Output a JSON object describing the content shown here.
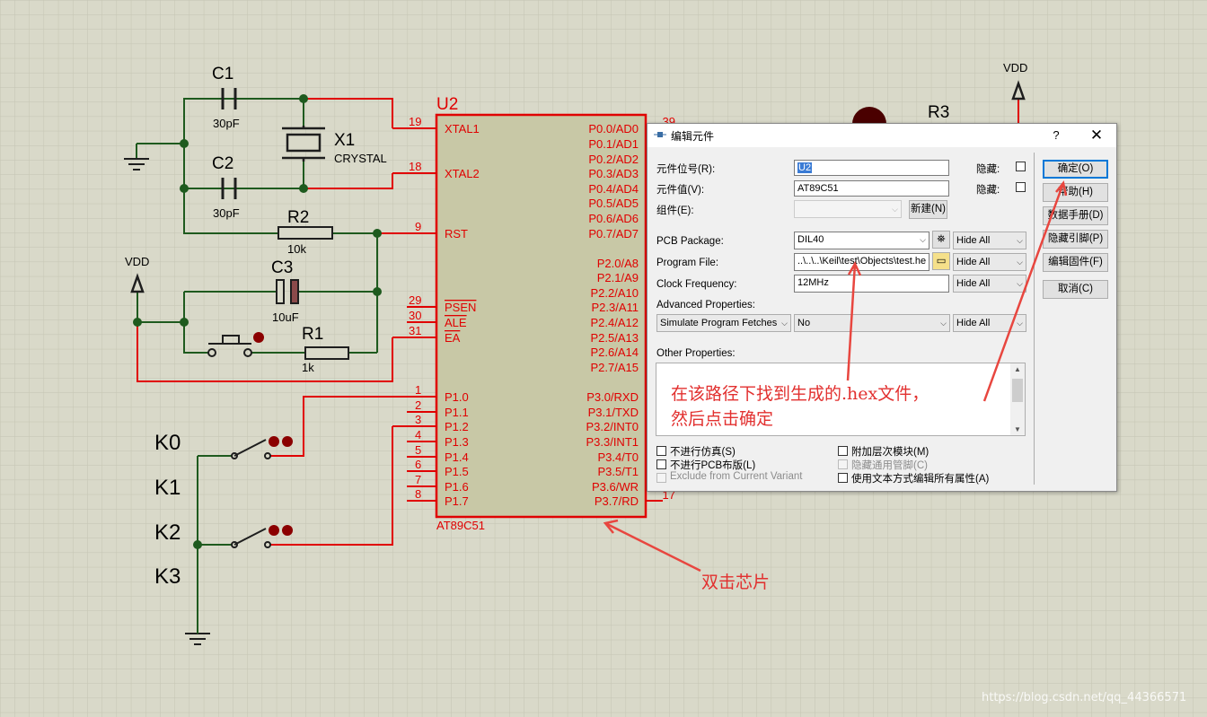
{
  "schematic": {
    "refs": {
      "c1": "C1",
      "c1_val": "30pF",
      "c2": "C2",
      "c2_val": "30pF",
      "x1": "X1",
      "x1_val": "CRYSTAL",
      "r2": "R2",
      "r2_val": "10k",
      "c3": "C3",
      "c3_val": "10uF",
      "r1": "R1",
      "r1_val": "1k",
      "r3": "R3",
      "u2": "U2",
      "u2_part": "AT89C51",
      "vdd": "VDD"
    },
    "switch_labels": [
      "K0",
      "K1",
      "K2",
      "K3"
    ],
    "left_pins": [
      {
        "num": "19",
        "name": "XTAL1"
      },
      {
        "num": "18",
        "name": "XTAL2"
      },
      {
        "num": "9",
        "name": "RST"
      },
      {
        "num": "29",
        "name": "PSEN"
      },
      {
        "num": "30",
        "name": "ALE"
      },
      {
        "num": "31",
        "name": "EA"
      },
      {
        "num": "1",
        "name": "P1.0"
      },
      {
        "num": "2",
        "name": "P1.1"
      },
      {
        "num": "3",
        "name": "P1.2"
      },
      {
        "num": "4",
        "name": "P1.3"
      },
      {
        "num": "5",
        "name": "P1.4"
      },
      {
        "num": "6",
        "name": "P1.5"
      },
      {
        "num": "7",
        "name": "P1.6"
      },
      {
        "num": "8",
        "name": "P1.7"
      }
    ],
    "right_pins": [
      {
        "num": "39",
        "name": "P0.0/AD0"
      },
      {
        "name": "P0.1/AD1"
      },
      {
        "name": "P0.2/AD2"
      },
      {
        "name": "P0.3/AD3"
      },
      {
        "name": "P0.4/AD4"
      },
      {
        "name": "P0.5/AD5"
      },
      {
        "name": "P0.6/AD6"
      },
      {
        "name": "P0.7/AD7"
      },
      {
        "name": "P2.0/A8"
      },
      {
        "name": "P2.1/A9"
      },
      {
        "name": "P2.2/A10"
      },
      {
        "name": "P2.3/A11"
      },
      {
        "name": "P2.4/A12"
      },
      {
        "name": "P2.5/A13"
      },
      {
        "name": "P2.6/A14"
      },
      {
        "name": "P2.7/A15"
      },
      {
        "name": "P3.0/RXD"
      },
      {
        "name": "P3.1/TXD"
      },
      {
        "name": "P3.2/INT0"
      },
      {
        "name": "P3.3/INT1"
      },
      {
        "name": "P3.4/T0"
      },
      {
        "name": "P3.5/T1"
      },
      {
        "name": "P3.6/WR"
      },
      {
        "num": "17",
        "name": "P3.7/RD"
      }
    ]
  },
  "dialog": {
    "title": "编辑元件",
    "help": "?",
    "close": "✕",
    "part_ref_label": "元件位号(R):",
    "part_ref_value": "U2",
    "part_value_label": "元件值(V):",
    "part_value_value": "AT89C51",
    "element_label": "组件(E):",
    "element_value": "",
    "hidden1": "隐藏:",
    "hidden2": "隐藏:",
    "new_button": "新建(N)",
    "pcb_label": "PCB Package:",
    "pcb_value": "DIL40",
    "program_label": "Program File:",
    "program_value": "..\\..\\..\\Keil\\test\\Objects\\test.he",
    "clock_label": "Clock Frequency:",
    "clock_value": "12MHz",
    "hide_all": "Hide All",
    "advanced_label": "Advanced Properties:",
    "adv_prop": "Simulate Program Fetches",
    "adv_value": "No",
    "other_label": "Other Properties:",
    "checks": {
      "no_sim": "不进行仿真(S)",
      "no_pcb": "不进行PCB布版(L)",
      "exclude_variant": "Exclude from Current Variant",
      "hier": "附加层次模块(M)",
      "hide_common": "隐藏通用管脚(C)",
      "text_edit": "使用文本方式编辑所有属性(A)"
    },
    "buttons": {
      "ok": "确定(O)",
      "help": "帮助(H)",
      "datasheet": "数据手册(D)",
      "hide_pins": "隐藏引脚(P)",
      "edit_firmware": "编辑固件(F)",
      "cancel": "取消(C)"
    }
  },
  "annotations": {
    "path_line1": "在该路径下找到生成的.hex文件，",
    "path_line2": "然后点击确定",
    "double_click": "双击芯片"
  },
  "watermark": "https://blog.csdn.net/qq_44366571",
  "colors": {
    "grid_bg": "#d9d9c9",
    "wire_red": "#e00000",
    "wire_green": "#1e5a1e",
    "chip_fill": "#c8c8a6",
    "component": "#8b0000",
    "annotation": "#e2302f"
  }
}
